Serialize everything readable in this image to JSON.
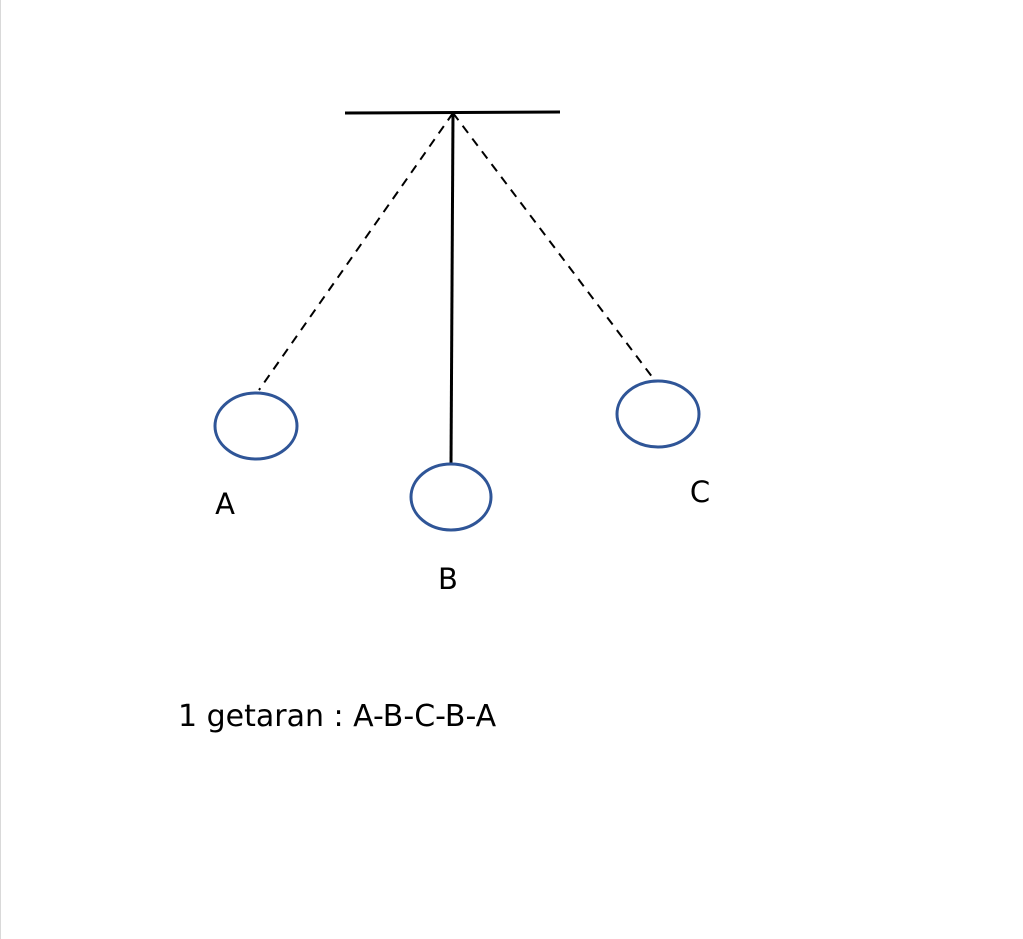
{
  "diagram": {
    "labels": {
      "a": "A",
      "b": "B",
      "c": "C"
    },
    "caption": "1 getaran : A-B-C-B-A",
    "colors": {
      "line": "#000000",
      "bob_stroke": "#2f5597",
      "bob_fill": "#ffffff"
    }
  }
}
